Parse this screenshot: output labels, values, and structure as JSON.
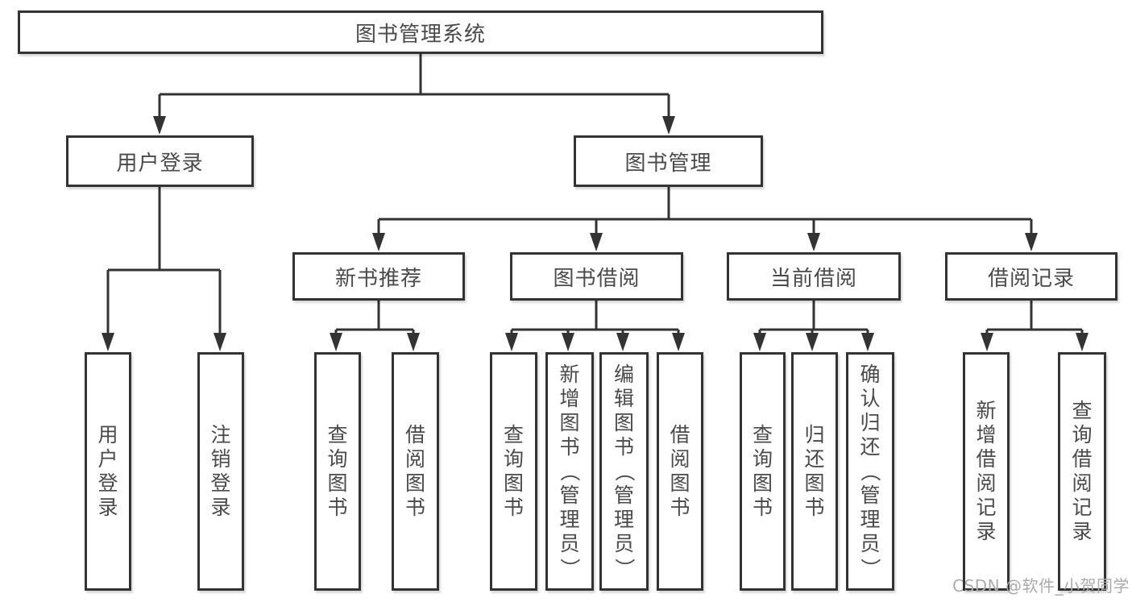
{
  "diagram": {
    "root": {
      "label": "图书管理系统"
    },
    "branches": [
      {
        "label": "用户登录"
      },
      {
        "label": "图书管理"
      }
    ],
    "sections": [
      {
        "label": "新书推荐"
      },
      {
        "label": "图书借阅"
      },
      {
        "label": "当前借阅"
      },
      {
        "label": "借阅记录"
      }
    ],
    "leaves": [
      {
        "label": "用户登录"
      },
      {
        "label": "注销登录"
      },
      {
        "label": "查询图书"
      },
      {
        "label": "借阅图书"
      },
      {
        "label": "查询图书"
      },
      {
        "label": "新增图书（管理员）"
      },
      {
        "label": "编辑图书（管理员）"
      },
      {
        "label": "借阅图书"
      },
      {
        "label": "查询图书"
      },
      {
        "label": "归还图书"
      },
      {
        "label": "确认归还（管理员）"
      },
      {
        "label": "新增借阅记录"
      },
      {
        "label": "查询借阅记录"
      }
    ]
  },
  "watermark": {
    "text": "CSDN @软件_小贺同学"
  },
  "colors": {
    "line": "#333333",
    "text": "#4a4a4a",
    "watermark": "#ababab"
  }
}
